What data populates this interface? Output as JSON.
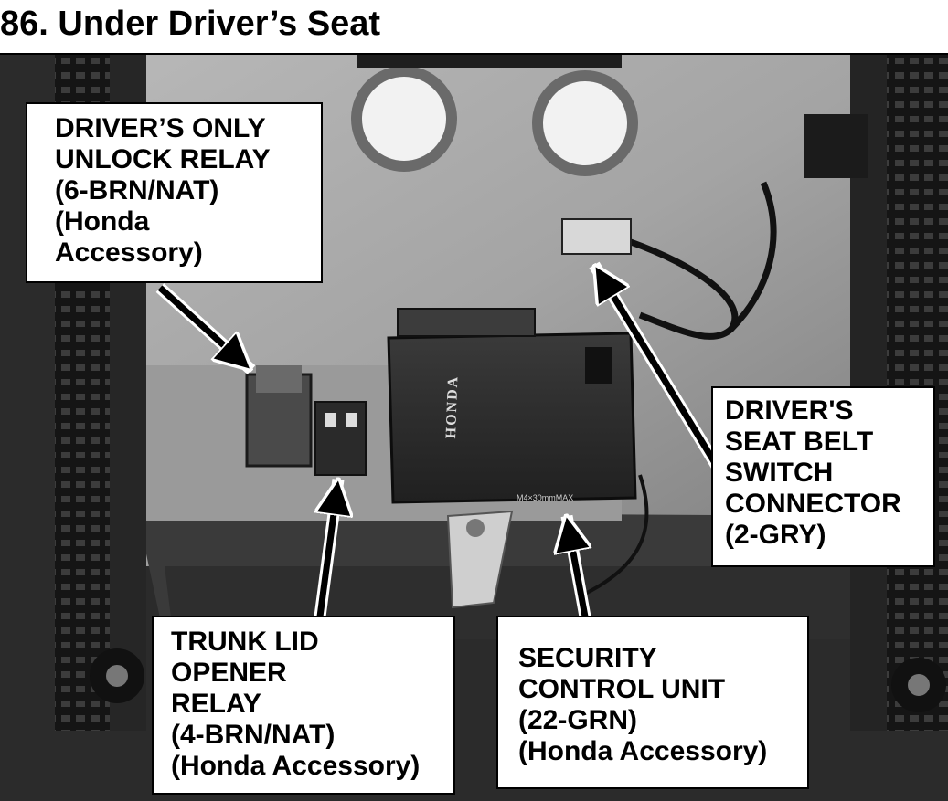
{
  "page": {
    "title": "86. Under Driver’s Seat"
  },
  "callouts": {
    "unlock_relay": {
      "lines": [
        "DRIVER’S ONLY",
        "UNLOCK RELAY",
        "(6-BRN/NAT)",
        "(Honda",
        "Accessory)"
      ]
    },
    "seat_belt_connector": {
      "lines": [
        "DRIVER'S",
        "SEAT BELT",
        "SWITCH",
        "CONNECTOR",
        "(2-GRY)"
      ]
    },
    "trunk_relay": {
      "lines": [
        "TRUNK LID",
        "OPENER",
        "RELAY",
        "(4-BRN/NAT)",
        "(Honda Accessory)"
      ]
    },
    "security_unit": {
      "lines": [
        "SECURITY",
        "CONTROL UNIT",
        "(22-GRN)",
        "(Honda Accessory)"
      ]
    }
  },
  "unit_label": {
    "brand": "HONDA",
    "dimension": "M4×30mmMAX"
  },
  "colors": {
    "background": "#ffffff",
    "photo_dark": "#1c1c1c",
    "photo_mid": "#8a8a8a",
    "photo_light": "#d6d6d6"
  }
}
